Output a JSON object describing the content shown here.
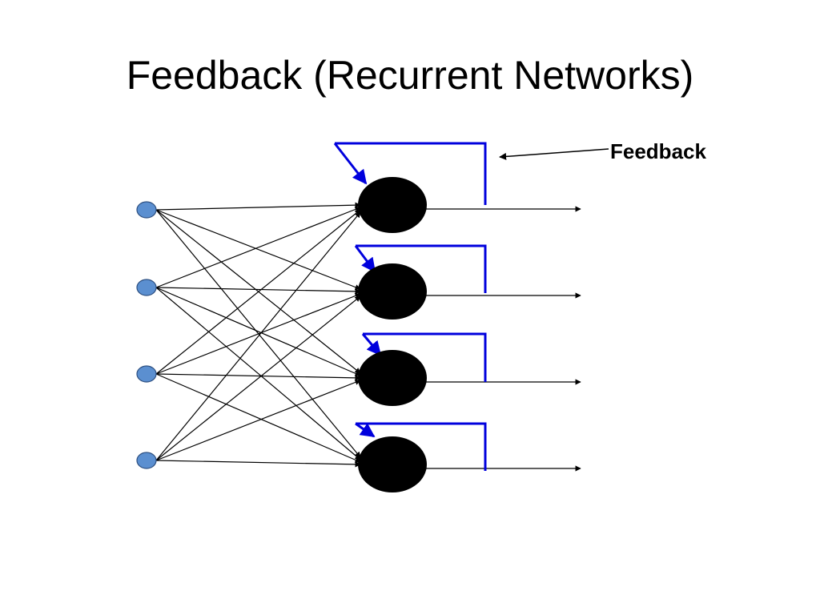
{
  "slide": {
    "title": "Feedback (Recurrent Networks)"
  },
  "diagram": {
    "callout_label": "Feedback",
    "input_node_count": 4,
    "neuron_count": 4,
    "colors": {
      "input_node_fill": "#5b8fd0",
      "input_node_stroke": "#2d4f80",
      "neuron_fill": "#000000",
      "connection": "#000000",
      "feedback_loop": "#0000dd",
      "background": "#ffffff"
    }
  }
}
